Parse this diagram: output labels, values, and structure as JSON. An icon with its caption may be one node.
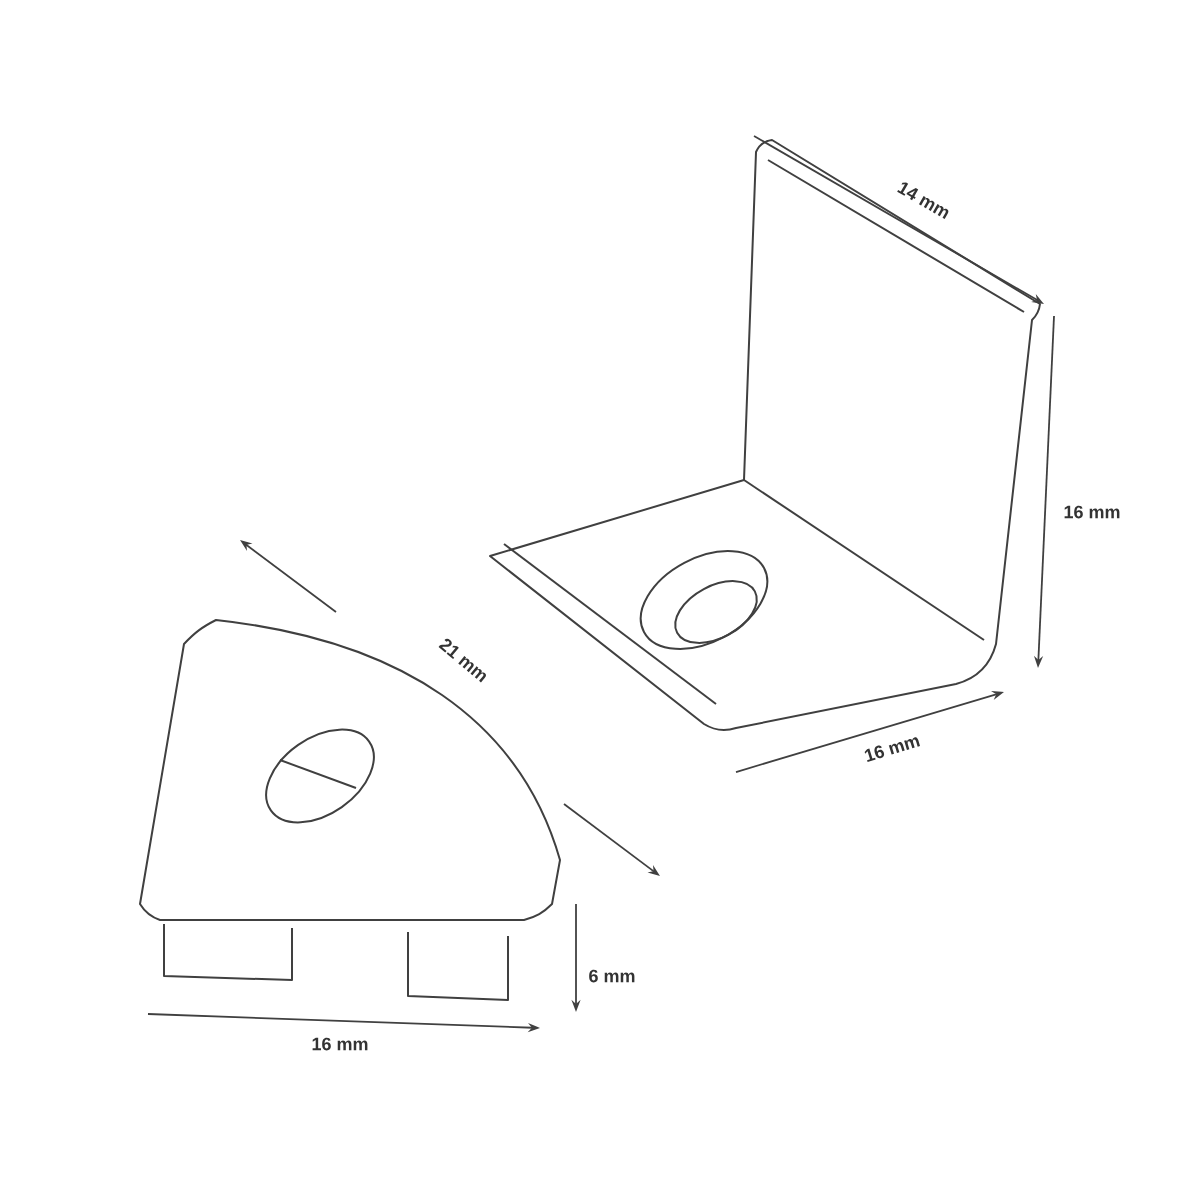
{
  "diagram": {
    "labels": [
      "14 mm",
      "16 mm",
      "21 mm",
      "16 mm",
      "6 mm",
      "16 mm"
    ]
  }
}
